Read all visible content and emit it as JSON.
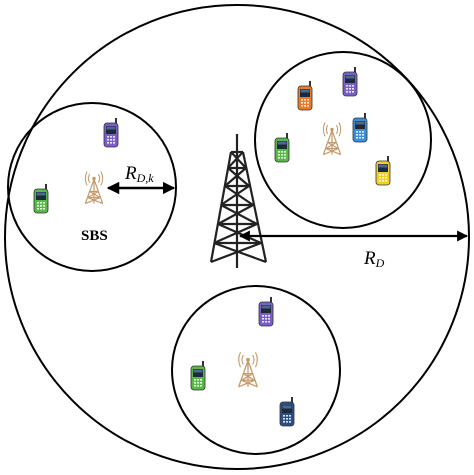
{
  "labels": {
    "sbs": "SBS",
    "rdk_main": "R",
    "rdk_sub": "D,k",
    "rd_main": "R",
    "rd_sub": "D"
  },
  "icons": {
    "macro_bs": "cell-tower-icon",
    "small_bs": "small-cell-antenna-icon",
    "user": "mobile-phone-icon"
  },
  "colors": {
    "outline": "#000000",
    "tower": "#222222",
    "small_bs": "#c49a6c",
    "phone_purple": "#7b5fc9",
    "phone_green": "#58b848",
    "phone_orange": "#ee7a2a",
    "phone_blue": "#3a8fd6",
    "phone_yellow": "#f0d020",
    "phone_navy": "#2a4f86"
  }
}
